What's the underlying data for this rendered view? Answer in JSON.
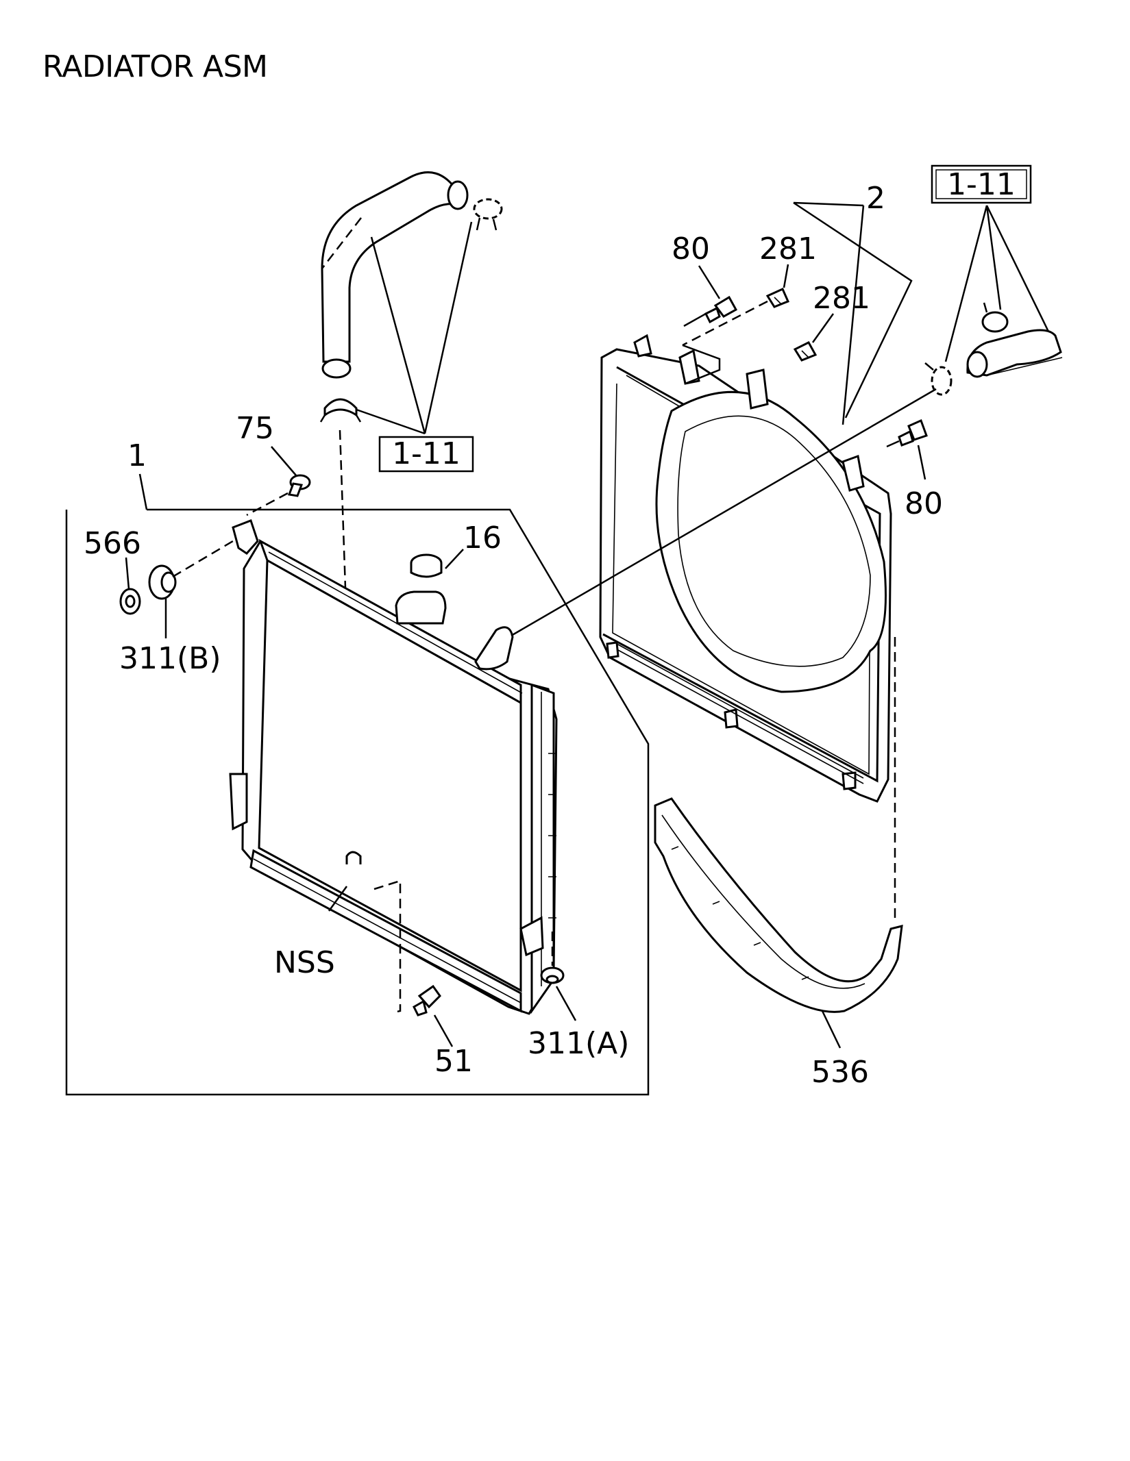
{
  "title": "RADIATOR ASM",
  "labels": {
    "ref_top_left": "1-11",
    "ref_top_right": "1-11",
    "part_1": "1",
    "part_2": "2",
    "part_16": "16",
    "part_51": "51",
    "part_75": "75",
    "part_80_top": "80",
    "part_80_right": "80",
    "part_281_a": "281",
    "part_281_b": "281",
    "part_311a": "311(A)",
    "part_311b": "311(B)",
    "part_536": "536",
    "part_566": "566",
    "nss": "NSS"
  }
}
